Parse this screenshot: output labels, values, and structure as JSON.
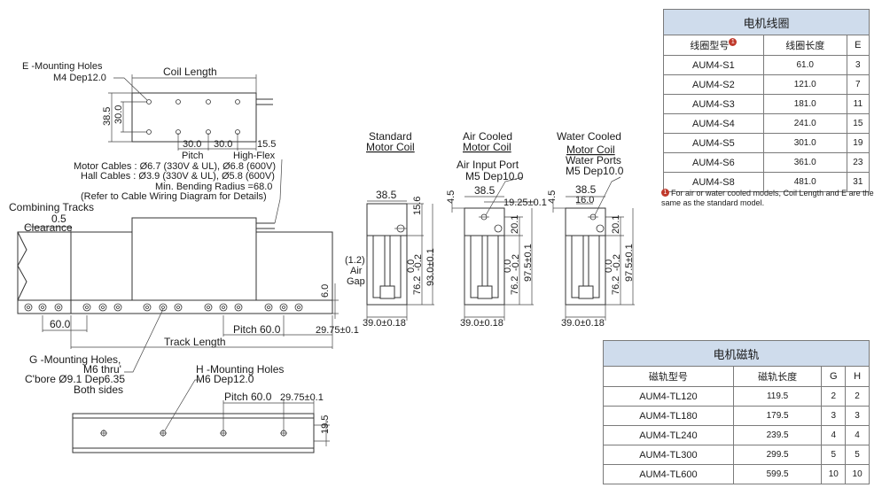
{
  "labels": {
    "e_mount": "E -Mounting Holes",
    "e_mount_spec": "M4 Dep12.0",
    "coil_length": "Coil Length",
    "dim_38_5_a": "38.5",
    "dim_30_a": "30.0",
    "pitch_a": "30.0",
    "pitch_b": "30.0",
    "dim_15_5": "15.5",
    "pitch_word": "Pitch",
    "high_flex": "High-Flex",
    "motor_cables": "Motor Cables : Ø6.7 (330V & UL), Ø6.8 (600V)",
    "hall_cables": "Hall Cables : Ø3.9 (330V & UL), Ø5.8 (600V)",
    "bending": "Min. Bending Radius =68.0",
    "refer": "(Refer to Cable Wiring Diagram for Details)",
    "combining": "Combining Tracks",
    "dim_0_5": "0.5",
    "clearance": "Clearance",
    "dim_60": "60.0",
    "dim_6": "6.0",
    "pitch_60_a": "Pitch 60.0",
    "dim_29_75_a": "29.75±0.1",
    "track_length": "Track Length",
    "g_mount_1": "G -Mounting Holes,",
    "g_mount_2": "M6 thru'",
    "g_mount_3": "C'bore Ø9.1 Dep6.35",
    "g_mount_4": "Both sides",
    "h_mount_1": "H -Mounting Holes",
    "h_mount_2": "M6 Dep12.0",
    "pitch_60_b": "Pitch 60.0",
    "dim_29_75_b": "29.75±0.1",
    "dim_19_5": "19.5",
    "standard_1": "Standard",
    "standard_2": "Motor Coil",
    "air_1": "Air Cooled",
    "air_2": "Motor Coil",
    "air_port_1": "Air Input Port",
    "air_port_2": "M5 Dep10.0",
    "water_1": "Water Cooled",
    "water_2": "Motor Coil",
    "water_port_1": "Water Ports",
    "water_port_2": "M5 Dep10.0",
    "s_38_5": "38.5",
    "s_15_6": "15.6",
    "s_1_2": "(1.2)",
    "s_air": "Air",
    "s_gap": "Gap",
    "s_0_0": "0.0",
    "s_76_2": "76.2",
    "s_minus_02": "-0.2",
    "s_93": "93.0±0.1",
    "s_39": "39.0±0.18",
    "a_4_5": "4.5",
    "a_38_5": "38.5",
    "a_19_25": "19.25±0.1",
    "a_20_1": "20.1",
    "a_0_0": "0.0",
    "a_76_2": "76.2",
    "a_minus_02": "-0.2",
    "a_97_5": "97.5±0.1",
    "a_39": "39.0±0.18",
    "w_4_5": "4.5",
    "w_38_5": "38.5",
    "w_16": "16.0",
    "w_20_1": "20.1",
    "w_0_0": "0.0",
    "w_76_2": "76.2",
    "w_minus_02": "-0.2",
    "w_97_5": "97.5±0.1",
    "w_39": "39.0±0.18"
  },
  "coil_table": {
    "title": "电机线圈",
    "headers": [
      "线圈型号",
      "线圈长度",
      "E"
    ],
    "note_marker": "1",
    "rows": [
      [
        "AUM4-S1",
        "61.0",
        "3"
      ],
      [
        "AUM4-S2",
        "121.0",
        "7"
      ],
      [
        "AUM4-S3",
        "181.0",
        "11"
      ],
      [
        "AUM4-S4",
        "241.0",
        "15"
      ],
      [
        "AUM4-S5",
        "301.0",
        "19"
      ],
      [
        "AUM4-S6",
        "361.0",
        "23"
      ],
      [
        "AUM4-S8",
        "481.0",
        "31"
      ]
    ],
    "note": "For air or water cooled models, Coil Length and E are the same as the standard model."
  },
  "magnet_table": {
    "title": "电机磁轨",
    "headers": [
      "磁轨型号",
      "磁轨长度",
      "G",
      "H"
    ],
    "rows": [
      [
        "AUM4-TL120",
        "119.5",
        "2",
        "2"
      ],
      [
        "AUM4-TL180",
        "179.5",
        "3",
        "3"
      ],
      [
        "AUM4-TL240",
        "239.5",
        "4",
        "4"
      ],
      [
        "AUM4-TL300",
        "299.5",
        "5",
        "5"
      ],
      [
        "AUM4-TL600",
        "599.5",
        "10",
        "10"
      ]
    ]
  }
}
